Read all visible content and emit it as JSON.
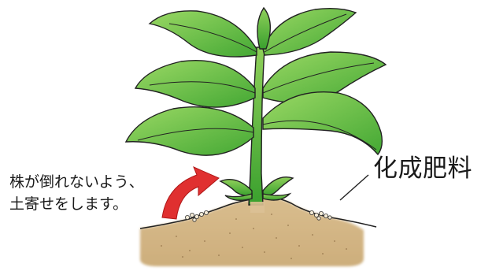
{
  "labels": {
    "fertilizer": "化成肥料",
    "note_line1": "株が倒れないよう、",
    "note_line2": "土寄せをします。"
  },
  "colors": {
    "leaf": "#53b83a",
    "leaf_light": "#8fd05a",
    "soil": "#d6b887",
    "arrow": "#e03030",
    "line": "#222222"
  },
  "icons": {
    "arrow": "curved-arrow-icon",
    "fertilizer_pellets": "pellet-icon"
  }
}
